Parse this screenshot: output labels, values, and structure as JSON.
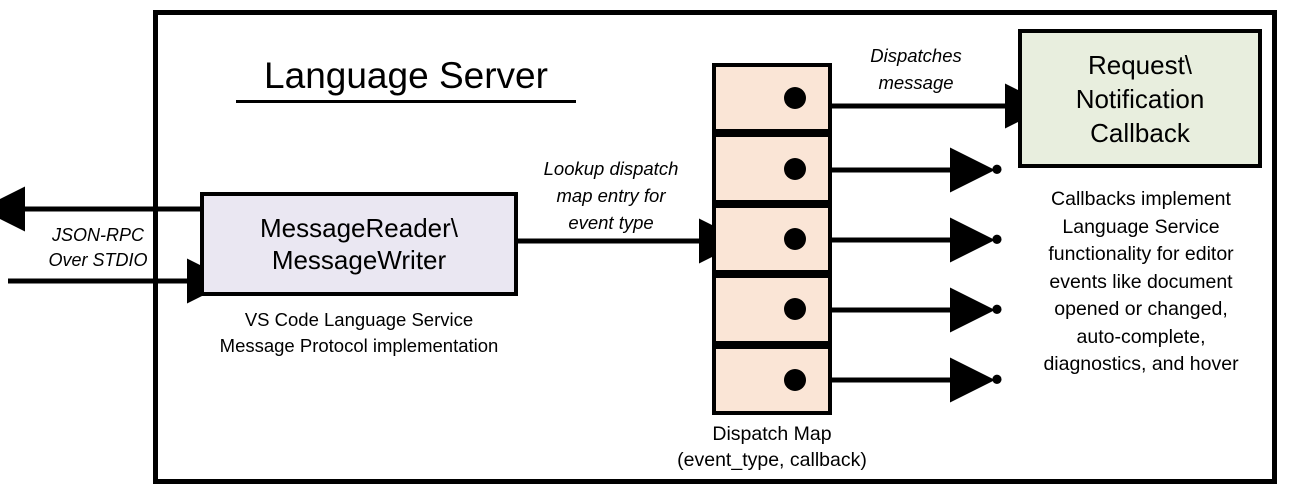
{
  "diagram": {
    "title": "Language Server",
    "outer_container_label": "Language Server boundary"
  },
  "message_rw": {
    "line1": "MessageReader\\",
    "line2": "MessageWriter",
    "caption_line1": "VS Code Language Service",
    "caption_line2": "Message Protocol implementation",
    "fill": "#EAE7F2"
  },
  "transport": {
    "label_line1": "JSON-RPC",
    "label_line2": "Over STDIO",
    "outbound_arrow": "arrow-left-out",
    "inbound_arrow": "arrow-right-in"
  },
  "lookup": {
    "label_line1": "Lookup dispatch",
    "label_line2": "map entry for",
    "label_line3": "event type"
  },
  "dispatch_map": {
    "caption_line1": "Dispatch Map",
    "caption_line2": "(event_type, callback)",
    "fill": "#FAE5D6",
    "row_count": 5,
    "rows": [
      {
        "index": 0,
        "dot": true
      },
      {
        "index": 1,
        "dot": true
      },
      {
        "index": 2,
        "dot": true
      },
      {
        "index": 3,
        "dot": true
      },
      {
        "index": 4,
        "dot": true
      }
    ]
  },
  "dispatch": {
    "label_line1": "Dispatches",
    "label_line2": "message"
  },
  "callback": {
    "line1": "Request\\",
    "line2": "Notification",
    "line3": "Callback",
    "fill": "#E8EEDE",
    "caption_line1": "Callbacks implement",
    "caption_line2": "Language Service",
    "caption_line3": "functionality for editor",
    "caption_line4": "events like document",
    "caption_line5": "opened or changed,",
    "caption_line6": "auto-complete,",
    "caption_line7": "diagnostics, and hover"
  },
  "ellipsis": {
    "glyph": "•••",
    "items": [
      "•••",
      "•••",
      "•••",
      "•••"
    ]
  },
  "colors": {
    "stroke": "#000000",
    "background": "#FFFFFF",
    "lavender": "#EAE7F2",
    "peach": "#FAE5D6",
    "green": "#E8EEDE"
  }
}
